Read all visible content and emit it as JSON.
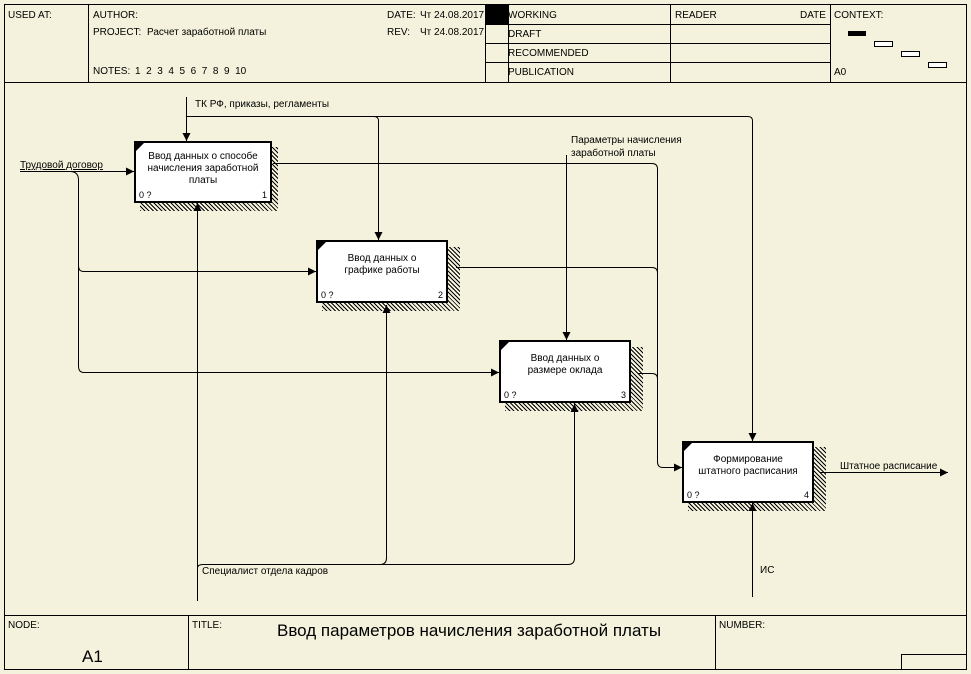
{
  "header": {
    "used_at": "USED AT:",
    "author": "AUTHOR:",
    "project_label": "PROJECT:",
    "project_value": "Расчет заработной платы",
    "notes_label": "NOTES:",
    "notes_values": "1  2  3  4  5  6  7  8  9  10",
    "date_label": "DATE:",
    "date_value": "Чт 24.08.2017",
    "rev_label": "REV:",
    "rev_value": "Чт 24.08.2017",
    "status": [
      "WORKING",
      "DRAFT",
      "RECOMMENDED",
      "PUBLICATION"
    ],
    "active_status": "WORKING",
    "reader": "READER",
    "reader_date": "DATE",
    "context": "CONTEXT:",
    "context_node": "A0"
  },
  "boxes": [
    {
      "id": "1",
      "title": "Ввод данных о способе\nначисления заработной\nплаты",
      "cost": "0 ?",
      "number": "1"
    },
    {
      "id": "2",
      "title": "Ввод данных о\nграфике работы",
      "cost": "0 ?",
      "number": "2"
    },
    {
      "id": "3",
      "title": "Ввод данных о\nразмере оклада",
      "cost": "0 ?",
      "number": "3"
    },
    {
      "id": "4",
      "title": "Формирование\nштатного расписания",
      "cost": "0 ?",
      "number": "4"
    }
  ],
  "arrows": {
    "control_tk": "ТК РФ, приказы, регламенты",
    "input_contract": "Трудовой договор",
    "control_params_1": "Параметры начисления",
    "control_params_2": "заработной платы",
    "output_schedule": "Штатное расписание",
    "mechanism_hr": "Специалист отдела кадров",
    "mechanism_is": "ИС"
  },
  "footer": {
    "node_label": "NODE:",
    "node_value": "A1",
    "title_label": "TITLE:",
    "title_value": "Ввод параметров начисления заработной платы",
    "number_label": "NUMBER:"
  }
}
